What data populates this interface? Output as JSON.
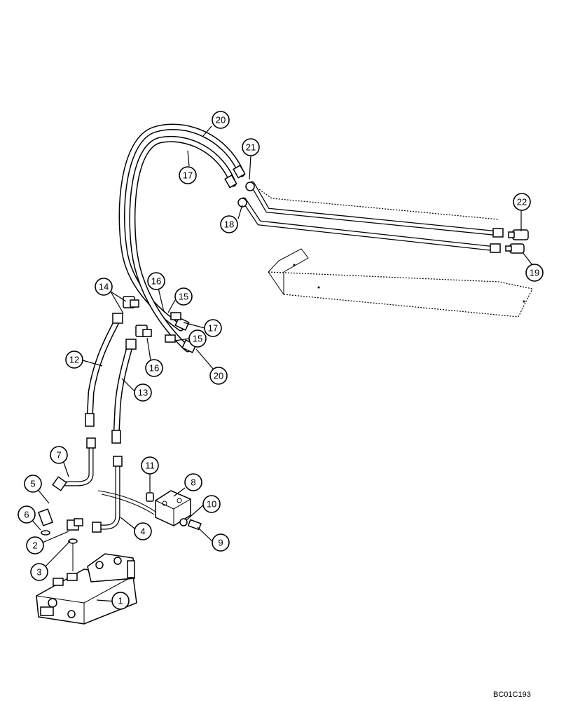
{
  "drawing_code": "BC01C193",
  "callouts": [
    "1",
    "2",
    "3",
    "4",
    "5",
    "6",
    "7",
    "8",
    "9",
    "10",
    "11",
    "12",
    "13",
    "14",
    "15",
    "15",
    "16",
    "16",
    "17",
    "17",
    "18",
    "19",
    "20",
    "20",
    "21",
    "22"
  ],
  "colors": {
    "line": "#000000",
    "background": "#ffffff"
  }
}
